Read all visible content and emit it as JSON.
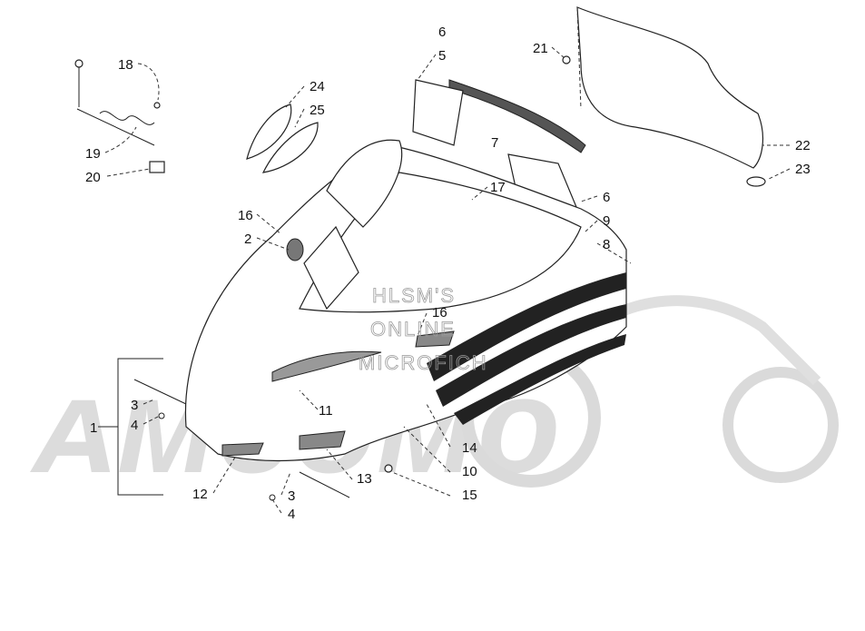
{
  "watermark": {
    "logo_text": "ᴀᴍᴄᴏᴍᴏ",
    "line1": "HLSM'S",
    "line2": "ONLINE",
    "line3": "MICROFICH"
  },
  "callouts": {
    "c1": "1",
    "c2": "2",
    "c3a": "3",
    "c3b": "3",
    "c4a": "4",
    "c4b": "4",
    "c5": "5",
    "c6a": "6",
    "c6b": "6",
    "c7": "7",
    "c8": "8",
    "c9": "9",
    "c10": "10",
    "c11": "11",
    "c12": "12",
    "c13": "13",
    "c14": "14",
    "c15": "15",
    "c16a": "16",
    "c16b": "16",
    "c17": "17",
    "c18": "18",
    "c19": "19",
    "c20": "20",
    "c21": "21",
    "c22": "22",
    "c23": "23",
    "c24": "24",
    "c25": "25"
  }
}
